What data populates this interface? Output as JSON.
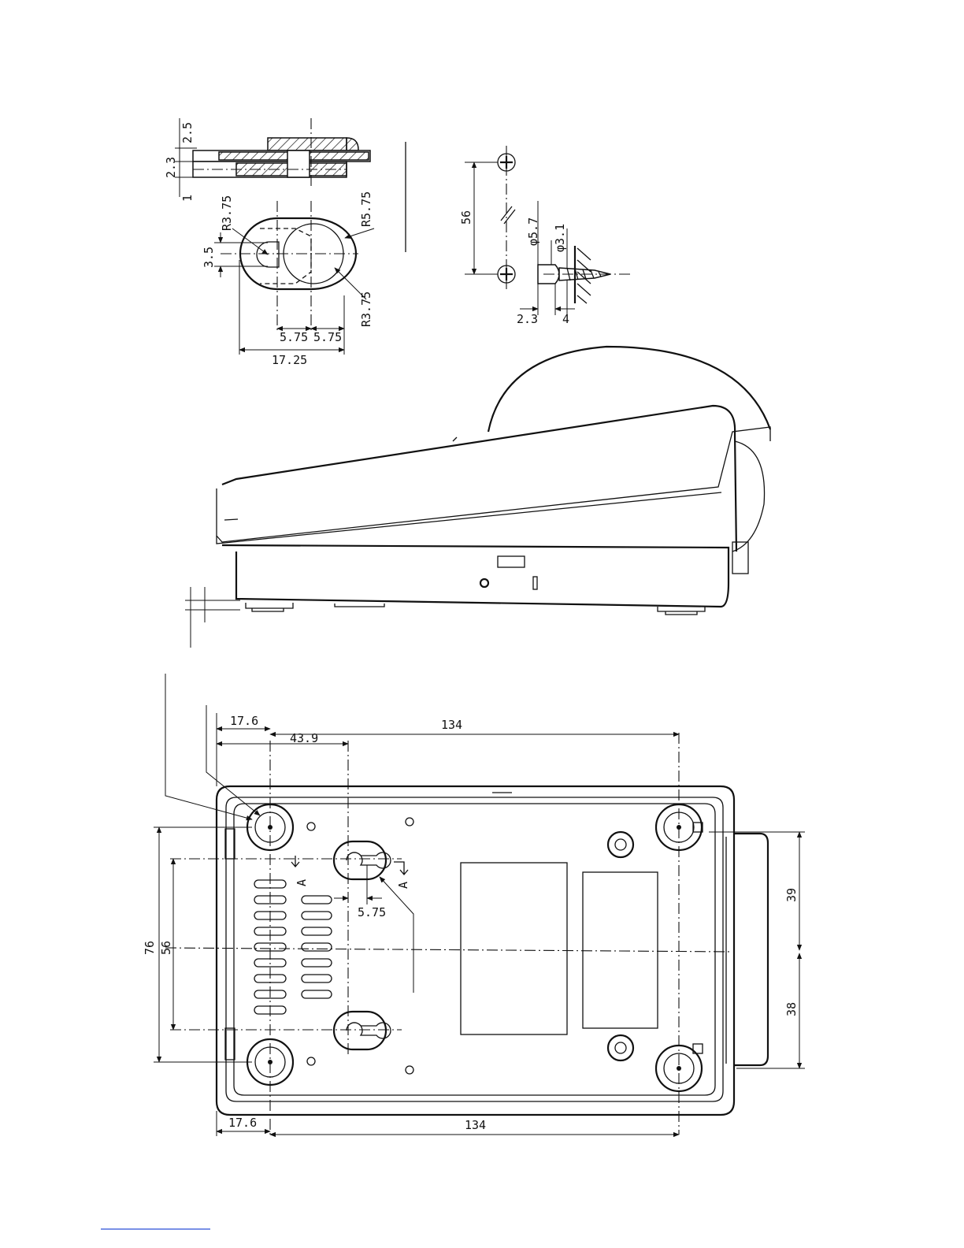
{
  "section_view": {
    "dims": {
      "wall_top": "2.5",
      "wall_mid": "2.3",
      "wall_bottom": "1",
      "r_small": "R3.75",
      "r_large": "R5.75",
      "r_inner": "R3.75",
      "slot_width": "3.5",
      "offset_left": "5.75",
      "offset_right": "5.75",
      "overall": "17.25"
    }
  },
  "screw_detail": {
    "dims": {
      "pitch": "56",
      "head_dia": "φ5.7",
      "shank_dia": "φ3.1",
      "head_gap": "2.3",
      "wall_gap": "4"
    }
  },
  "bottom_view": {
    "dims": {
      "top_left_offset": "17.6",
      "keyhole_offset": "43.9",
      "top_span": "134",
      "keyhole_spacing": "5.75",
      "overall_height": "76",
      "keyhole_pitch": "56",
      "right_upper": "39",
      "right_lower": "38",
      "bottom_left_offset": "17.6",
      "bottom_span": "134"
    },
    "section_marker": "A"
  }
}
